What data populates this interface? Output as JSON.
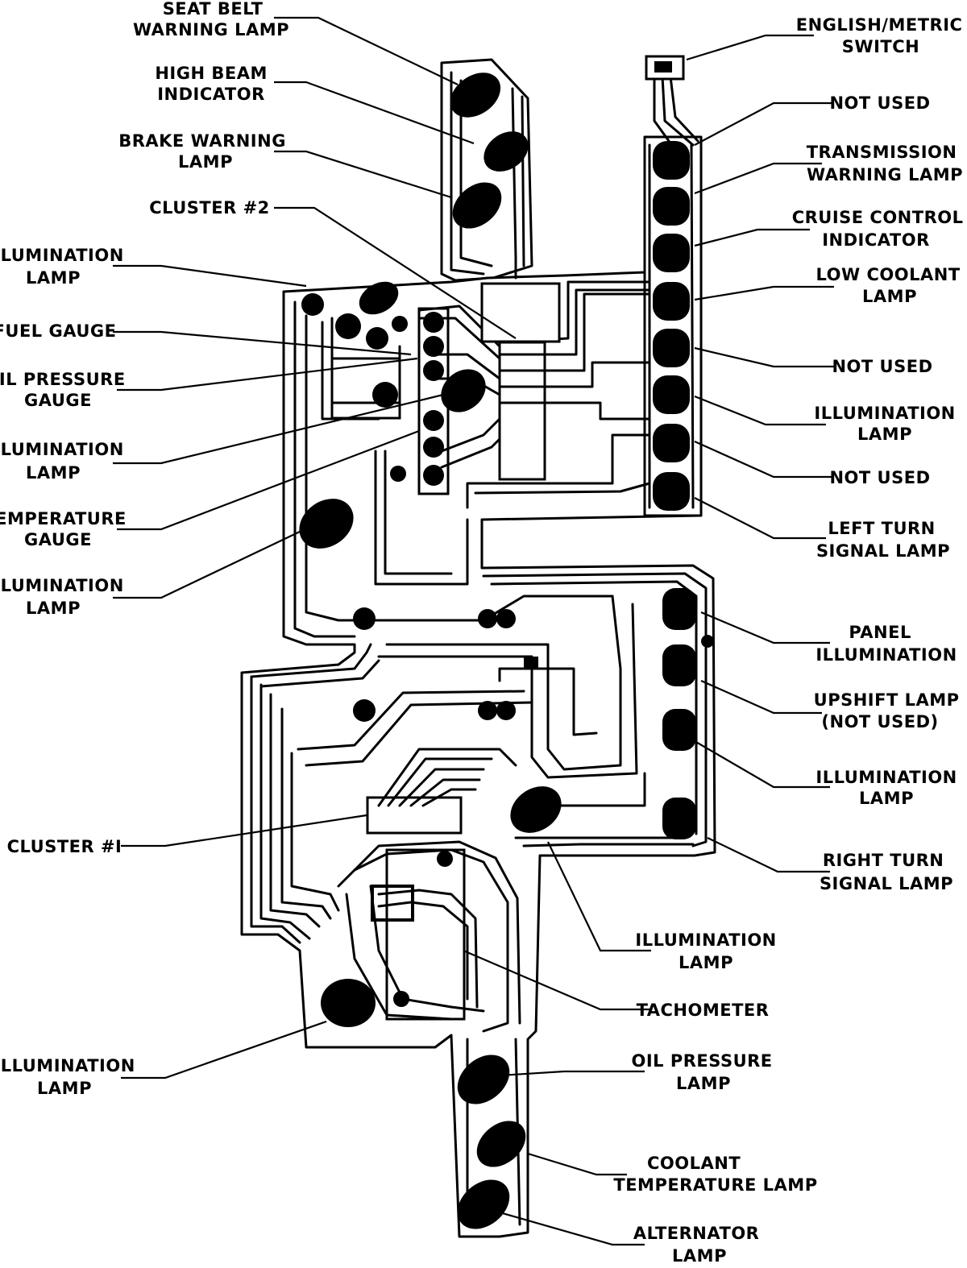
{
  "labels": {
    "seat_belt": [
      "SEAT BELT",
      "WARNING LAMP"
    ],
    "high_beam": [
      "HIGH BEAM",
      "INDICATOR"
    ],
    "brake_warning": [
      "BRAKE WARNING",
      "LAMP"
    ],
    "cluster_2": [
      "CLUSTER #2"
    ],
    "illum_1": [
      "ILLUMINATION",
      "LAMP"
    ],
    "fuel_gauge": [
      "FUEL GAUGE"
    ],
    "oil_pressure_gauge": [
      "OIL PRESSURE",
      "GAUGE"
    ],
    "illum_2": [
      "ILLUMINATION",
      "LAMP"
    ],
    "temperature_gauge": [
      "TEMPERATURE",
      "GAUGE"
    ],
    "illum_3": [
      "ILLUMINATION",
      "LAMP"
    ],
    "cluster_1": [
      "CLUSTER #I"
    ],
    "illum_4": [
      "ILLUMINATION",
      "LAMP"
    ],
    "english_metric": [
      "ENGLISH/METRIC",
      "SWITCH"
    ],
    "not_used_1": [
      "NOT USED"
    ],
    "transmission_warning": [
      "TRANSMISSION",
      "WARNING LAMP"
    ],
    "cruise_control": [
      "CRUISE CONTROL",
      "INDICATOR"
    ],
    "low_coolant": [
      "LOW COOLANT",
      "LAMP"
    ],
    "not_used_2": [
      "NOT USED"
    ],
    "illum_5": [
      "ILLUMINATION",
      "LAMP"
    ],
    "not_used_3": [
      "NOT USED"
    ],
    "left_turn": [
      "LEFT TURN",
      "SIGNAL LAMP"
    ],
    "panel_illum": [
      "PANEL",
      "ILLUMINATION"
    ],
    "upshift": [
      "UPSHIFT LAMP",
      "(NOT USED)"
    ],
    "illum_6": [
      "ILLUMINATION",
      "LAMP"
    ],
    "right_turn": [
      "RIGHT TURN",
      "SIGNAL LAMP"
    ],
    "illum_7": [
      "ILLUMINATION",
      "LAMP"
    ],
    "tachometer": [
      "TACHOMETER"
    ],
    "oil_pressure_lamp": [
      "OIL PRESSURE",
      "LAMP"
    ],
    "coolant_temp": [
      "COOLANT",
      "TEMPERATURE LAMP"
    ],
    "alternator": [
      "ALTERNATOR",
      "LAMP"
    ]
  }
}
